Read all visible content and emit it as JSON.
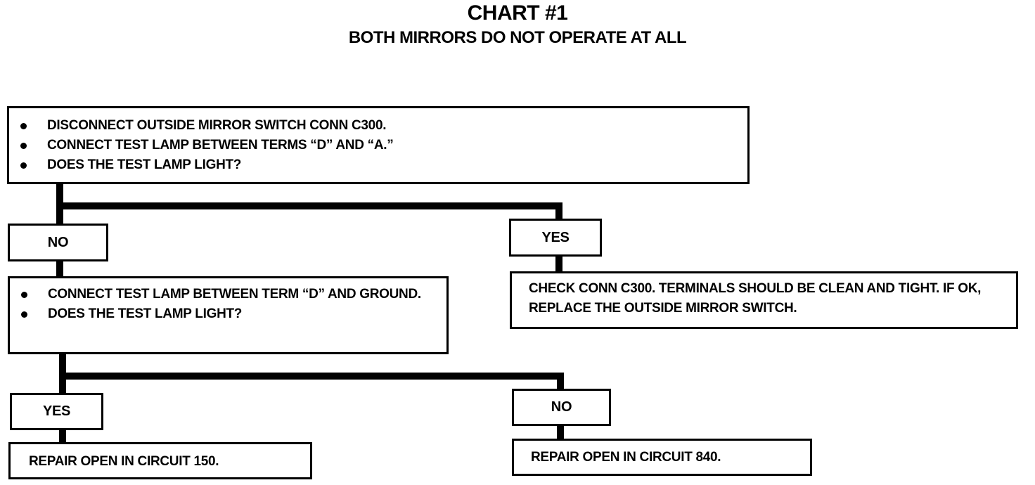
{
  "title": "CHART #1",
  "subtitle": "BOTH MIRRORS DO NOT OPERATE AT ALL",
  "step1": {
    "bullets": [
      "DISCONNECT OUTSIDE MIRROR SWITCH CONN C300.",
      "CONNECT TEST LAMP BETWEEN TERMS “D” AND “A.”",
      "DOES THE TEST LAMP LIGHT?"
    ]
  },
  "step1_no_label": "NO",
  "step1_yes_label": "YES",
  "step1_yes_action": "CHECK CONN C300.  TERMINALS SHOULD BE CLEAN AND TIGHT.  IF OK, REPLACE THE OUTSIDE MIRROR SWITCH.",
  "step2": {
    "bullets": [
      "CONNECT TEST LAMP BETWEEN TERM “D” AND GROUND.",
      "DOES THE TEST LAMP LIGHT?"
    ]
  },
  "step2_yes_label": "YES",
  "step2_yes_action": "REPAIR OPEN IN CIRCUIT 150.",
  "step2_no_label": "NO",
  "step2_no_action": "REPAIR OPEN IN CIRCUIT 840."
}
